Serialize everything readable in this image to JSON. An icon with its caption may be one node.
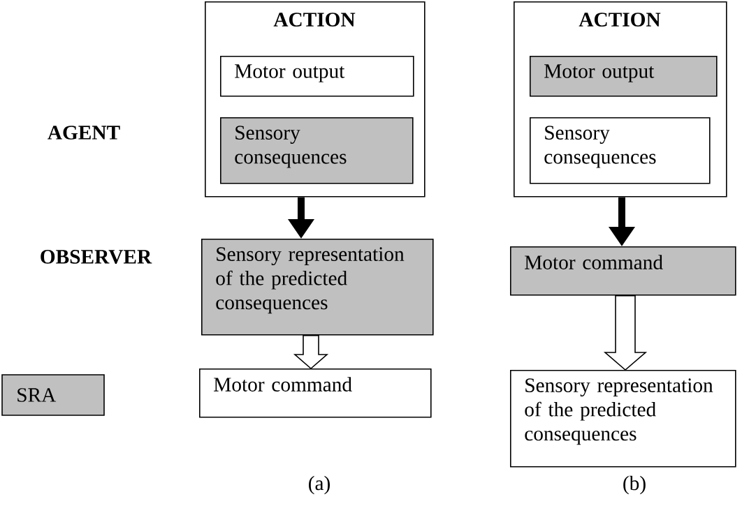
{
  "diagram": {
    "nodes": [
      {
        "text": [
          "ACTION"
        ]
      },
      {
        "text": [
          "Motor output"
        ],
        "in": 0
      },
      {
        "text": [
          "Sensory consequences"
        ],
        "in": 0
      },
      {
        "text": [
          "Sensory representation of the predicted consequences"
        ]
      },
      {
        "text": [
          "Motor command"
        ]
      },
      {
        "text": [
          "ACTION"
        ]
      },
      {
        "text": [
          "Motor output"
        ],
        "in": 5
      },
      {
        "text": [
          "Sensory consequences"
        ],
        "in": 5
      },
      {
        "text": [
          "Motor command"
        ]
      },
      {
        "text": [
          "Sensory representation of the predicted consequences"
        ]
      }
    ],
    "edges": [
      {
        "from": 0,
        "to": 3,
        "arrow": "to"
      },
      {
        "from": 3,
        "to": 4,
        "arrow": "to"
      },
      {
        "from": 5,
        "to": 8,
        "arrow": "to"
      },
      {
        "from": 8,
        "to": 9,
        "arrow": "to"
      }
    ],
    "labels": [
      "AGENT",
      "OBSERVER",
      "(a)",
      "(b)"
    ],
    "legend": [
      {
        "text": "SRA",
        "color": "#c0c0c0"
      }
    ]
  }
}
